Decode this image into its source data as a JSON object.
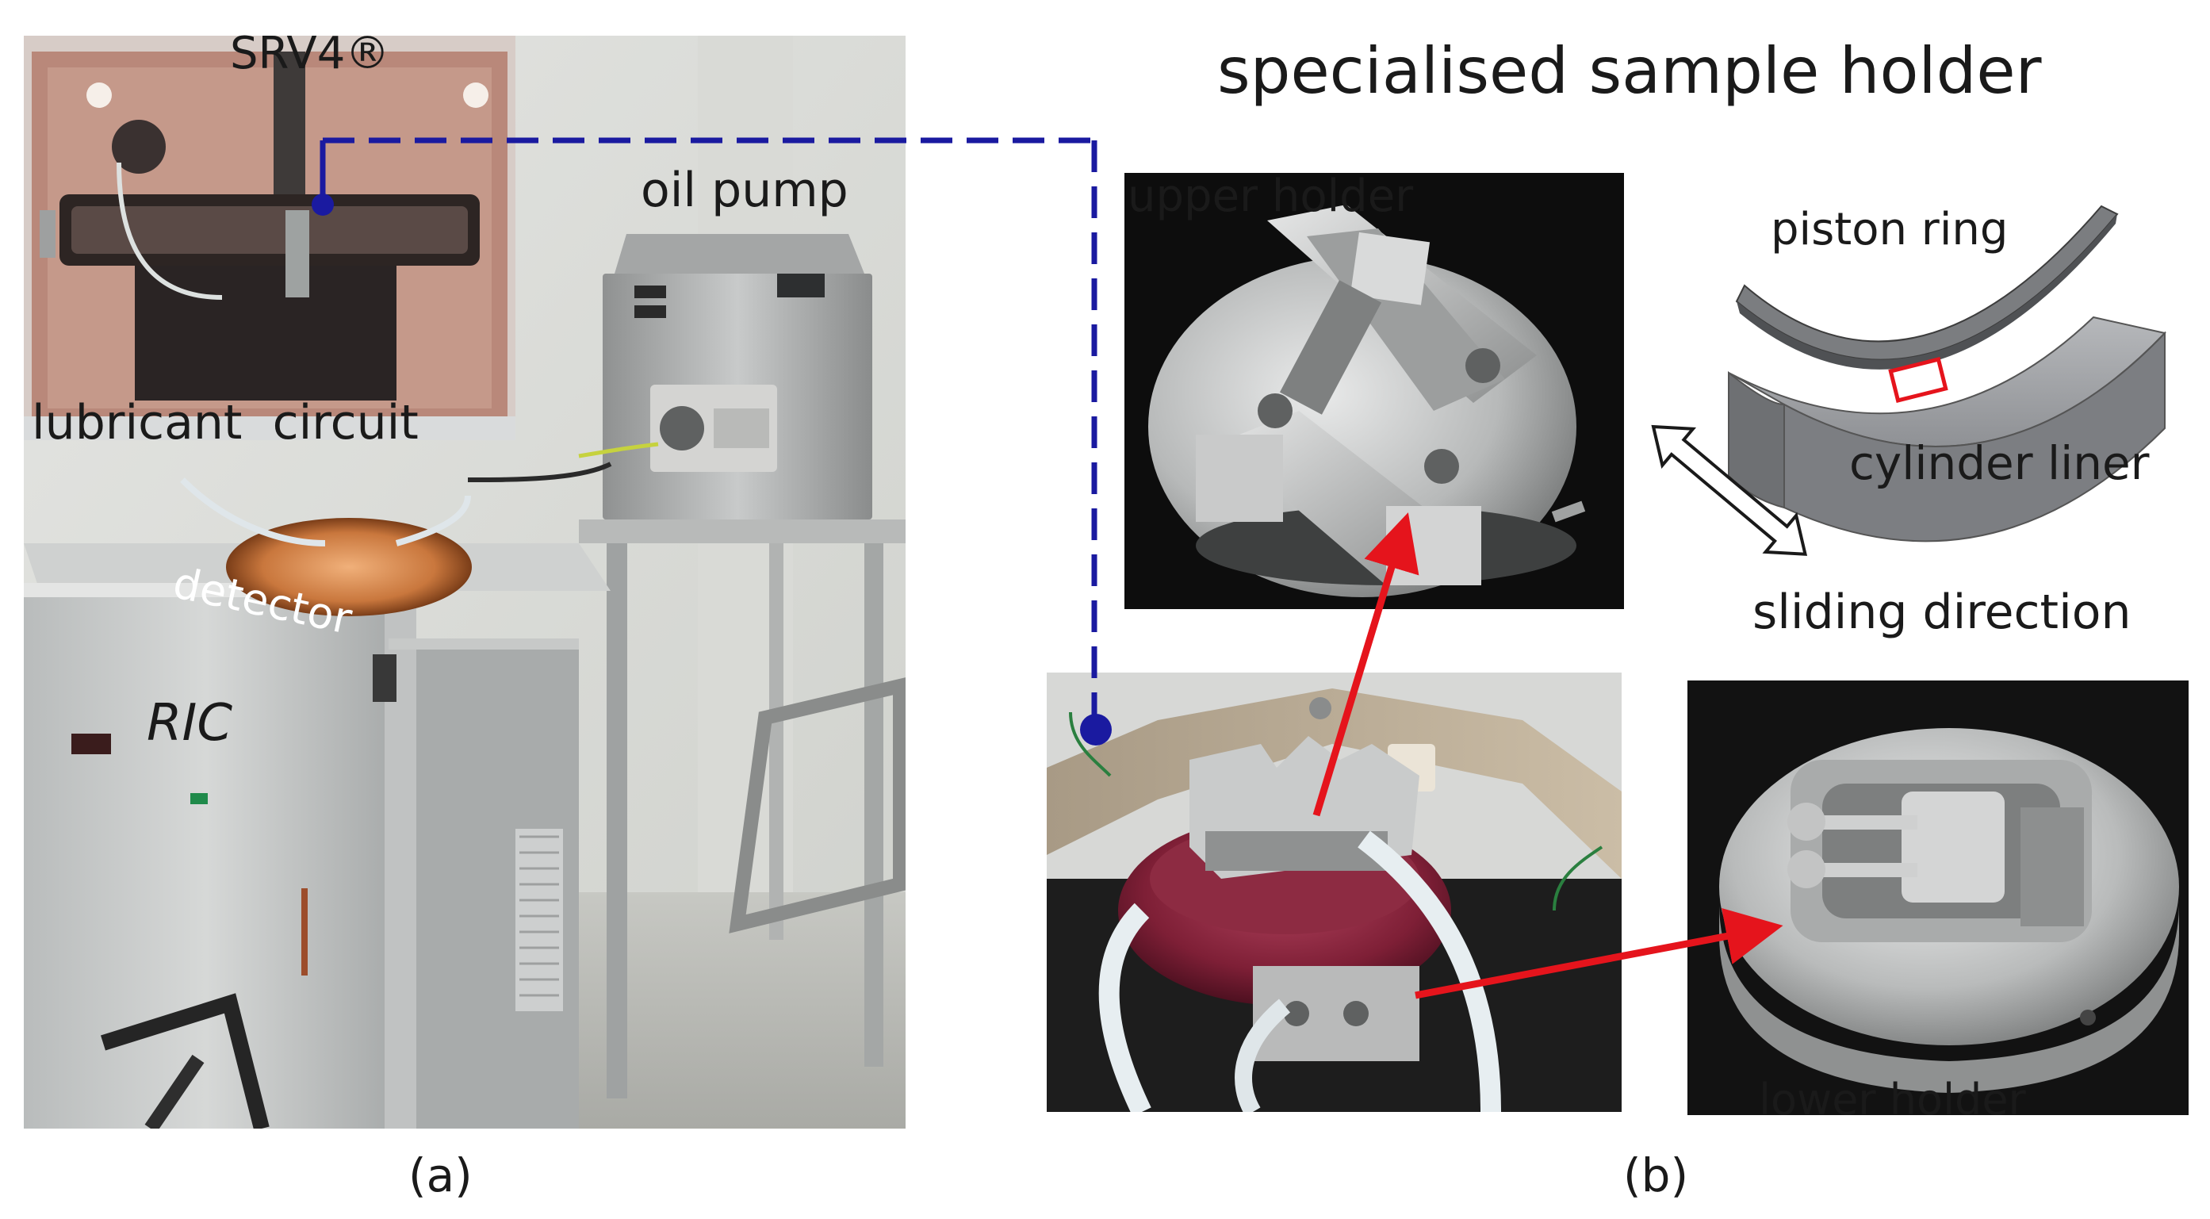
{
  "header": {
    "title": "specialised sample holder"
  },
  "panel_a": {
    "caption": "(a)",
    "labels": {
      "srv4": "SRV4®",
      "oil_pump": "oil pump",
      "lubricant_circuit": "lubricant  circuit",
      "detector": "detector",
      "ric": "RIC"
    }
  },
  "panel_b": {
    "caption": "(b)",
    "labels": {
      "upper_holder": "upper holder",
      "piston_ring": "piston ring",
      "cylinder_liner": "cylinder liner",
      "sliding_direction": "sliding direction",
      "lower_holder": "lower holder"
    }
  },
  "colors": {
    "connector": "#1a1aa0",
    "arrow": "#e5141c",
    "highlight_box": "#e5141c"
  }
}
